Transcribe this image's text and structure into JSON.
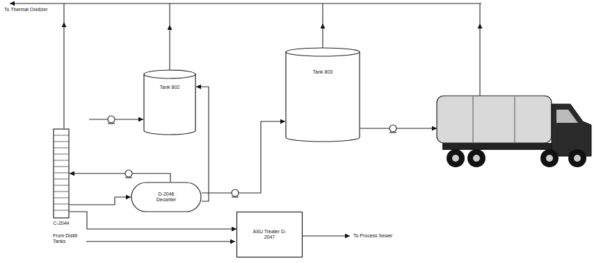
{
  "diagram": {
    "nodes": [
      {
        "text": [
          "Tank 802"
        ]
      },
      {
        "text": [
          "Tank 803"
        ]
      },
      {
        "text": [
          "D-2046 Decanter"
        ]
      },
      {
        "text": [
          "C-2044"
        ]
      },
      {
        "text": [
          "ASU Treater D-2047"
        ]
      }
    ],
    "edges": [
      {
        "from": 3,
        "to": 2,
        "arrow": "to"
      },
      {
        "from": 2,
        "to": 3,
        "arrow": "to"
      },
      {
        "from": 2,
        "to": 0,
        "arrow": "to"
      },
      {
        "from": 2,
        "to": 1,
        "arrow": "to"
      },
      {
        "from": 3,
        "to": 4,
        "arrow": "to"
      }
    ],
    "labels": [
      "To Thermal Oxidizer",
      "From Distill Tanks",
      "To Process Sewer"
    ]
  }
}
